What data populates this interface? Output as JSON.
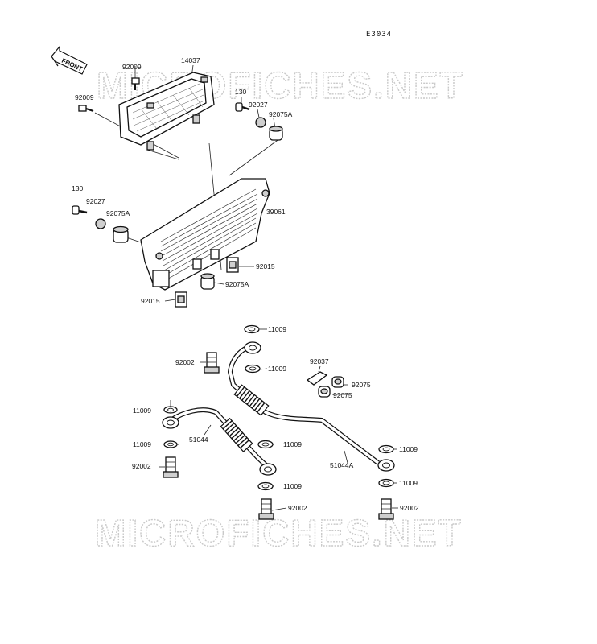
{
  "diagram_code": "E3034",
  "front_label": "FRONT",
  "watermark": [
    "MICROFICHES.NET",
    "MICROFICHES.NET"
  ],
  "labels": {
    "p14037": "14037",
    "p92009_a": "92009",
    "p92009_b": "92009",
    "p130_a": "130",
    "p92027_a": "92027",
    "p92075A_a": "92075A",
    "p130_b": "130",
    "p92027_b": "92027",
    "p92075A_b": "92075A",
    "p39061": "39061",
    "p92015_a": "92015",
    "p92075A_c": "92075A",
    "p92015_b": "92015",
    "p11009_a": "11009",
    "p92002_a": "92002",
    "p11009_b": "11009",
    "p92037": "92037",
    "p92075_a": "92075",
    "p92075_b": "92075",
    "p11009_c": "11009",
    "p51044": "51044",
    "p11009_d": "11009",
    "p11009_e": "11009",
    "p92002_b": "92002",
    "p11009_f": "11009",
    "p51044A": "51044A",
    "p11009_g": "11009",
    "p11009_h": "11009",
    "p92002_c": "92002",
    "p92002_d": "92002"
  }
}
